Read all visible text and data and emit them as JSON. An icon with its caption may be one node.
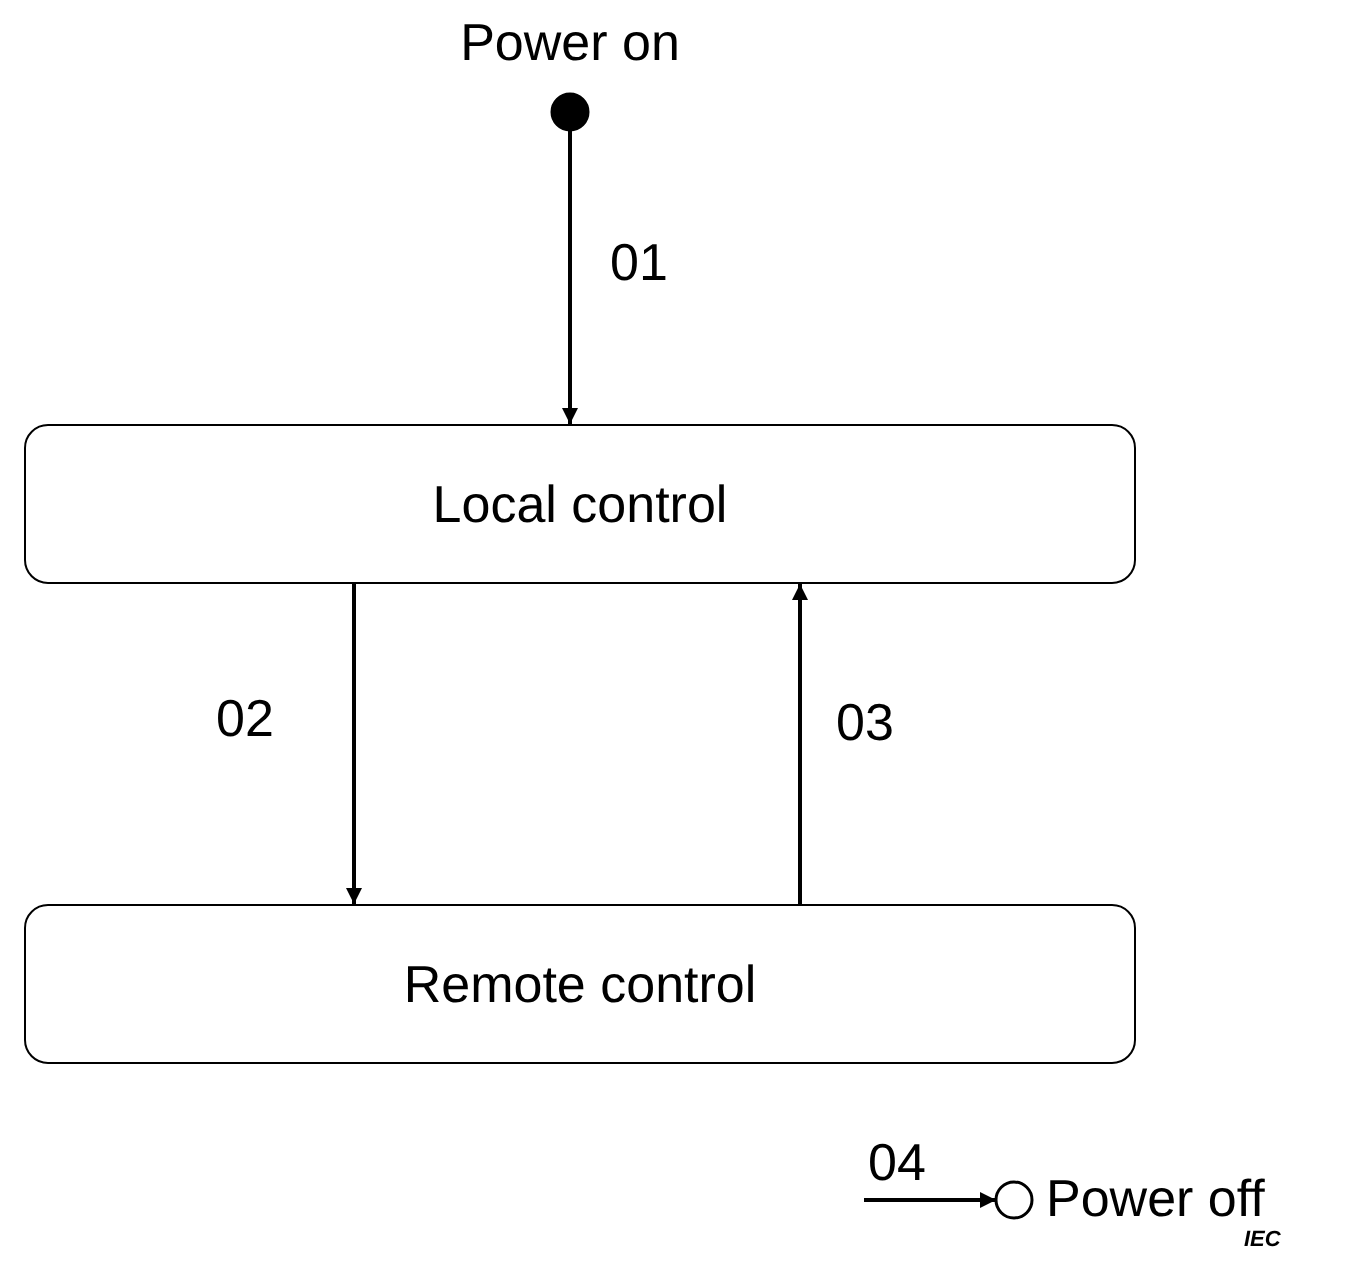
{
  "diagram": {
    "nodes": [
      {
        "text": [
          "Power on"
        ]
      },
      {
        "text": [
          "Local control"
        ]
      },
      {
        "text": [
          "Remote control"
        ]
      },
      {
        "text": [
          "Power off"
        ]
      }
    ],
    "edges": [
      {
        "from": 0,
        "to": 1,
        "arrow": "to",
        "label": "01"
      },
      {
        "from": 1,
        "to": 2,
        "arrow": "to",
        "label": "02"
      },
      {
        "from": 2,
        "to": 1,
        "arrow": "to",
        "label": "03"
      },
      {
        "from": null,
        "to": 3,
        "arrow": "to",
        "label": "04"
      }
    ],
    "labels": [
      "IEC"
    ]
  }
}
